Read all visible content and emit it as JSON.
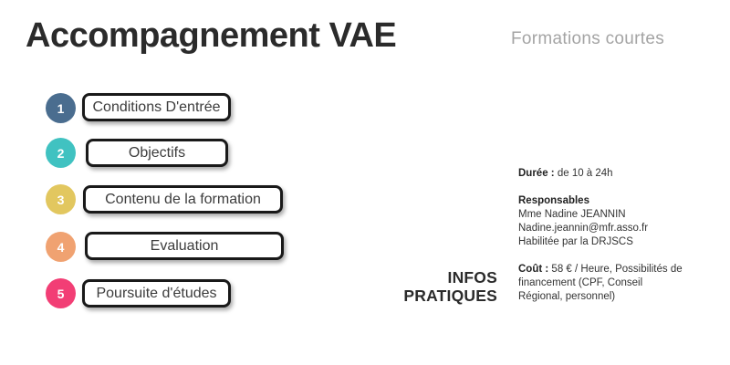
{
  "header": {
    "title": "Accompagnement VAE",
    "subtitle": "Formations courtes"
  },
  "list": {
    "items": [
      {
        "number": "1",
        "label": "Conditions D'entrée",
        "color": "#4a6d8f"
      },
      {
        "number": "2",
        "label": "Objectifs",
        "color": "#40c2c1"
      },
      {
        "number": "3",
        "label": "Contenu de la formation",
        "color": "#e2c75f"
      },
      {
        "number": "4",
        "label": "Evaluation",
        "color": "#f0a271"
      },
      {
        "number": "5",
        "label": "Poursuite d'études",
        "color": "#f23e75"
      }
    ]
  },
  "infos": {
    "heading": "INFOS PRATIQUES",
    "duree_label": "Durée :",
    "duree_value": "de 10 à 24h",
    "responsables_label": "Responsables",
    "responsables_lines": [
      "Mme Nadine JEANNIN",
      "Nadine.jeannin@mfr.asso.fr",
      "Habilitée par la DRJSCS"
    ],
    "cout_label": "Coût :",
    "cout_value": "58 € / Heure, Possibilités de financement (CPF, Conseil Régional, personnel)"
  }
}
